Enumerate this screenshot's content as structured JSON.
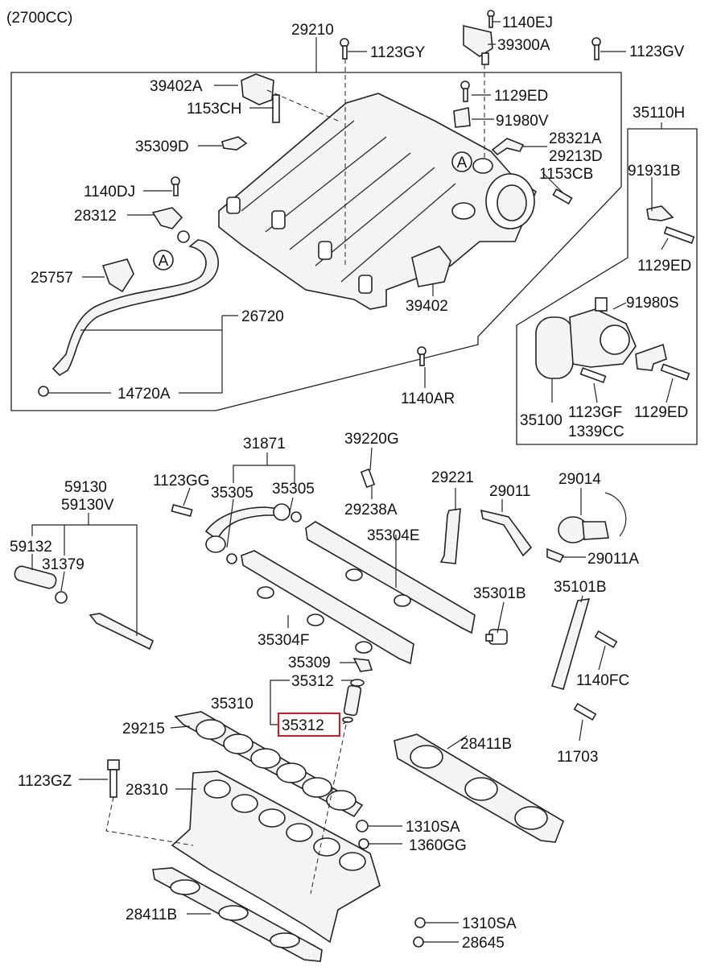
{
  "header": {
    "variant": "(2700CC)"
  },
  "callout_marker": "A",
  "highlight_color": "#e0161b",
  "labels": {
    "p29210": "29210",
    "p1140EJ": "1140EJ",
    "p39300A": "39300A",
    "p1123GY": "1123GY",
    "p1123GV": "1123GV",
    "p39402A": "39402A",
    "p1153CH": "1153CH",
    "p1129ED_a": "1129ED",
    "p91980V": "91980V",
    "p35110H": "35110H",
    "p35309D": "35309D",
    "p28321A": "28321A",
    "p29213D": "29213D",
    "p1153CB": "1153CB",
    "p91931B": "91931B",
    "p1140DJ": "1140DJ",
    "p28312": "28312",
    "p1129ED_b": "1129ED",
    "p25757": "25757",
    "p39402": "39402",
    "p91980S": "91980S",
    "p26720": "26720",
    "p14720A": "14720A",
    "p1140AR": "1140AR",
    "p35100": "35100",
    "p1123GF": "1123GF",
    "p1129ED_c": "1129ED",
    "p1339CC": "1339CC",
    "p31871": "31871",
    "p39220G": "39220G",
    "p59130": "59130",
    "p59130V": "59130V",
    "p1123GG": "1123GG",
    "p35305_a": "35305",
    "p35305_b": "35305",
    "p29221": "29221",
    "p29011": "29011",
    "p29014": "29014",
    "p29238A": "29238A",
    "p59132": "59132",
    "p31379": "31379",
    "p35304E": "35304E",
    "p29011A": "29011A",
    "p35301B": "35301B",
    "p35101B": "35101B",
    "p35304F": "35304F",
    "p35309": "35309",
    "p35312_a": "35312",
    "p35310": "35310",
    "p1140FC": "1140FC",
    "p35312_b": "35312",
    "p29215": "29215",
    "p28411B_a": "28411B",
    "p11703": "11703",
    "p1123GZ": "1123GZ",
    "p28310": "28310",
    "p1310SA_a": "1310SA",
    "p1360GG": "1360GG",
    "p28411B_b": "28411B",
    "p1310SA_b": "1310SA",
    "p28645": "28645"
  }
}
